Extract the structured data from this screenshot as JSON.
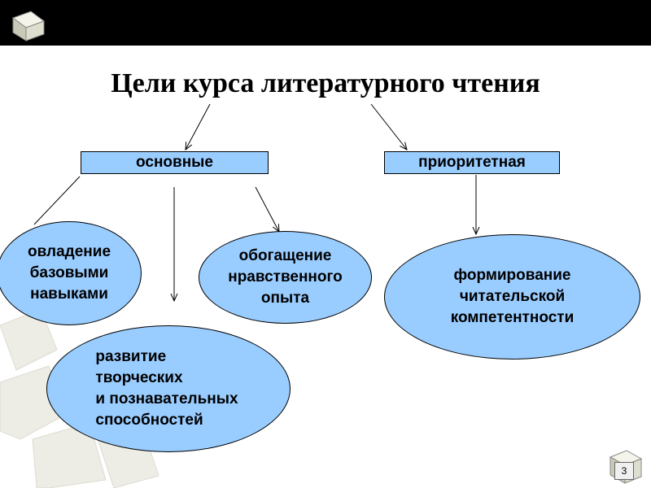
{
  "title": "Цели курса литературного чтения",
  "boxes": {
    "main": "основные",
    "priority": "приоритетная"
  },
  "goals": {
    "basic_skills": [
      "овладение",
      "базовыми",
      "навыками"
    ],
    "moral": [
      "обогащение",
      "нравственного",
      "опыта"
    ],
    "creative": [
      "развитие",
      "творческих",
      "и познавательных",
      "способностей"
    ],
    "competence": [
      "формирование",
      "читательской",
      "компетентности"
    ]
  },
  "slide_number": "3",
  "colors": {
    "box_fill": "#99ccff",
    "top_bar": "#000000",
    "cube": "#e8e8e0"
  }
}
